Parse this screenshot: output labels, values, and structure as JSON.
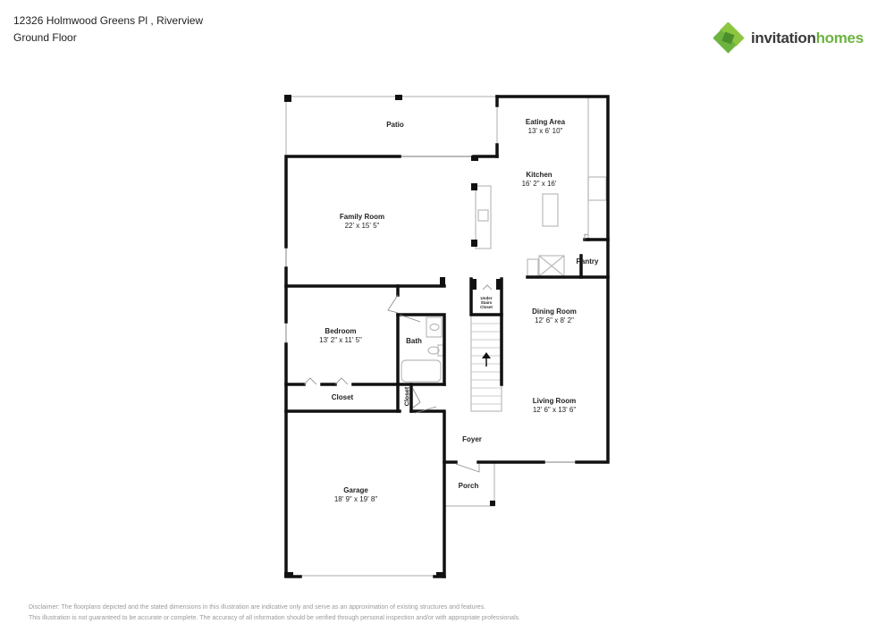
{
  "header": {
    "address": "12326 Holmwood Greens Pl , Riverview",
    "floor": "Ground Floor"
  },
  "logo": {
    "icon": "clover-leaf-icon",
    "text_part1": "invitation",
    "text_part2": "homes",
    "colors": {
      "dark": "#3a3a3a",
      "green": "#6cb33f",
      "light_green": "#8cc63f",
      "dark_green": "#4a8f2c"
    }
  },
  "rooms": {
    "patio": {
      "name": "Patio",
      "dims": ""
    },
    "eating_area": {
      "name": "Eating Area",
      "dims": "13' x 6' 10\""
    },
    "kitchen": {
      "name": "Kitchen",
      "dims": "16' 2\" x 16'"
    },
    "family_room": {
      "name": "Family Room",
      "dims": "22' x 15' 5\""
    },
    "pantry": {
      "name": "Pantry",
      "dims": ""
    },
    "under_stairs_closet": {
      "name": "Under Stairs Closet",
      "line1": "Under",
      "line2": "Stairs",
      "line3": "Closet"
    },
    "dining_room": {
      "name": "Dining Room",
      "dims": "12' 6\" x 8' 2\""
    },
    "bedroom": {
      "name": "Bedroom",
      "dims": "13' 2\" x 11' 5\""
    },
    "bath": {
      "name": "Bath",
      "dims": ""
    },
    "closet_bedroom": {
      "name": "Closet",
      "dims": ""
    },
    "closet_hall": {
      "name": "Closet",
      "dims": ""
    },
    "living_room": {
      "name": "Living Room",
      "dims": "12' 6\" x 13' 6\""
    },
    "foyer": {
      "name": "Foyer",
      "dims": ""
    },
    "garage": {
      "name": "Garage",
      "dims": "18' 9\" x 19' 8\""
    },
    "porch": {
      "name": "Porch",
      "dims": ""
    }
  },
  "disclaimer": {
    "line1": "Disclaimer: The floorplans depicted and the stated dimensions in this illustration are indicative only and serve as an approximation of existing structures and features.",
    "line2": "This illustration is not guaranteed to be accurate or complete. The accuracy of all information should be verified through personal inspection and/or with appropriate professionals."
  }
}
